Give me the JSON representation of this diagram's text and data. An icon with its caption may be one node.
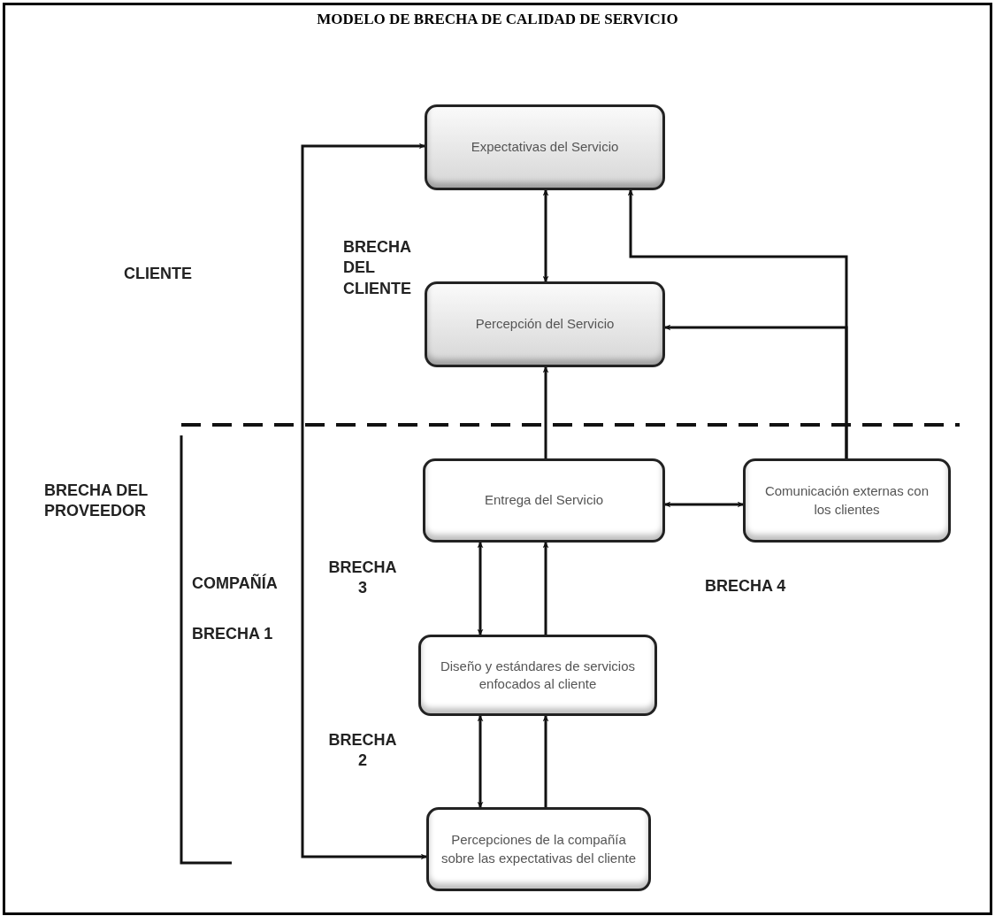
{
  "diagram": {
    "title": "MODELO DE BRECHA DE CALIDAD DE SERVICIO",
    "nodes": [
      {
        "text": [
          "Expectativas del Servicio"
        ]
      },
      {
        "text": [
          "Percepción del Servicio"
        ]
      },
      {
        "text": [
          "Entrega del Servicio"
        ]
      },
      {
        "text": [
          "Comunicación externas con los clientes"
        ]
      },
      {
        "text": [
          "Diseño y estándares de servicios enfocados al cliente"
        ]
      },
      {
        "text": [
          "Percepciones de la compañía sobre las expectativas del cliente"
        ]
      }
    ],
    "edges": [
      {
        "from": 0,
        "to": 1,
        "arrow": "both"
      },
      {
        "from": 2,
        "to": 1,
        "arrow": "to"
      },
      {
        "from": 3,
        "to": 1,
        "arrow": "to"
      },
      {
        "from": 3,
        "to": 0,
        "arrow": "to"
      },
      {
        "from": 2,
        "to": 3,
        "arrow": "both"
      },
      {
        "from": 4,
        "to": 2,
        "arrow": "both"
      },
      {
        "from": 4,
        "to": 2,
        "arrow": "to"
      },
      {
        "from": 5,
        "to": 4,
        "arrow": "both"
      },
      {
        "from": 5,
        "to": 4,
        "arrow": "to"
      },
      {
        "from": 5,
        "to": 0,
        "arrow": "both"
      }
    ],
    "labels": [
      "CLIENTE",
      "BRECHA DEL CLIENTE",
      "BRECHA DEL PROVEEDOR",
      "COMPAÑÍA",
      "BRECHA 1",
      "BRECHA 3",
      "BRECHA 4",
      "BRECHA 2"
    ]
  }
}
